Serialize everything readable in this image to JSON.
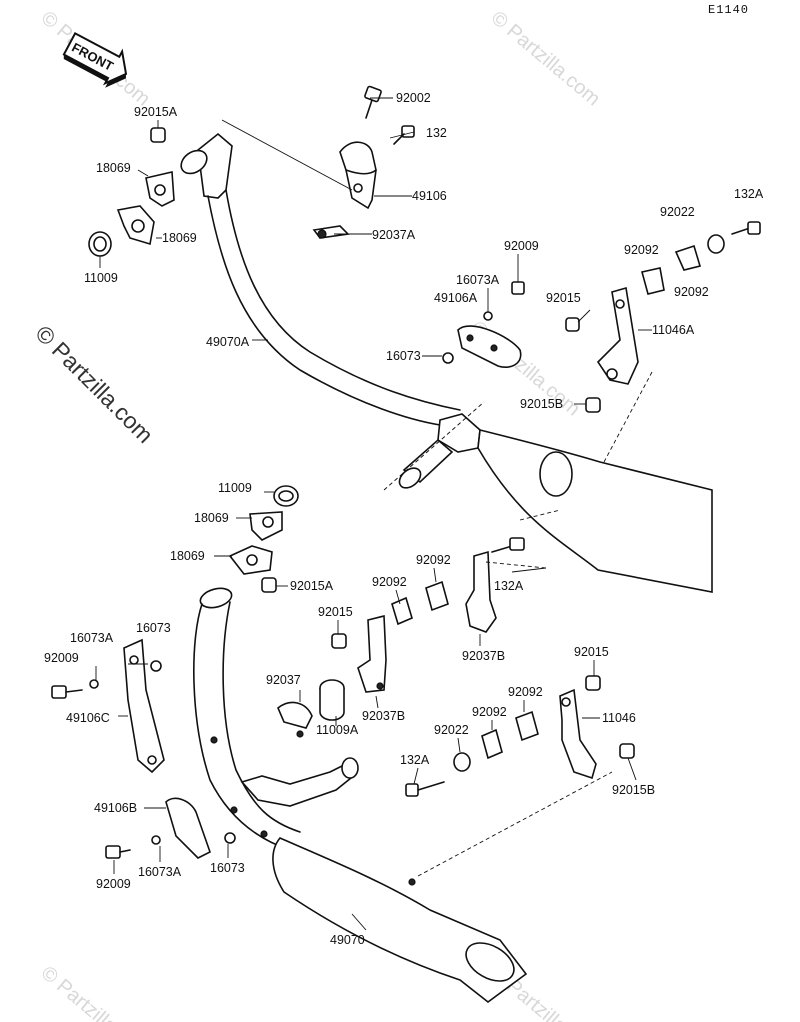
{
  "page_code": "E1140",
  "front_arrow": "FRONT",
  "watermarks": [
    "© Partzilla.com",
    "© Partzilla.com",
    "© Partzilla.com",
    "© Partzilla.com",
    "© Partzilla.com"
  ],
  "labels": {
    "l92002": "92002",
    "l132": "132",
    "l49106": "49106",
    "l92037A": "92037A",
    "l92015A_top": "92015A",
    "l18069_a": "18069",
    "l18069_b": "18069",
    "l11009_top": "11009",
    "l49070A": "49070A",
    "l92009_top": "92009",
    "l16073A_top": "16073A",
    "l49106A": "49106A",
    "l16073_top": "16073",
    "l92022_top": "92022",
    "l132A_top": "132A",
    "l92092_a": "92092",
    "l92092_b": "92092",
    "l92015_top": "92015",
    "l11046A": "11046A",
    "l92015B_top": "92015B",
    "l11009_mid": "11009",
    "l18069_c": "18069",
    "l18069_d": "18069",
    "l92015A_mid": "92015A",
    "l92092_c": "92092",
    "l92092_d": "92092",
    "l132A_mid": "132A",
    "l92037B": "92037B",
    "l92015_mid": "92015",
    "l16073A_left": "16073A",
    "l16073_left": "16073",
    "l92009_left": "92009",
    "l49106C": "49106C",
    "l92037": "92037",
    "l11009A": "11009A",
    "l92037B_b": "92037B",
    "l92015_right": "92015",
    "l92092_e": "92092",
    "l11046": "11046",
    "l92092_f": "92092",
    "l92022_bot": "92022",
    "l132A_bot": "132A",
    "l92015B_bot": "92015B",
    "l49106B": "49106B",
    "l92009_bot": "92009",
    "l16073A_bot": "16073A",
    "l16073_bot": "16073",
    "l49070": "49070"
  }
}
